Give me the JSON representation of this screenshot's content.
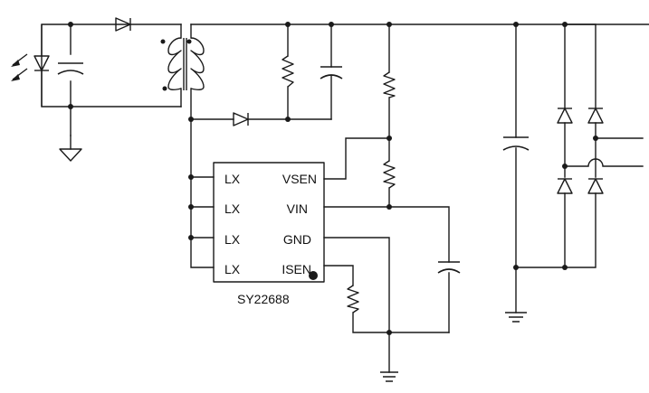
{
  "ic": {
    "part_number": "SY22688",
    "pins_left": [
      "LX",
      "LX",
      "LX",
      "LX"
    ],
    "pins_right": [
      "VSEN",
      "VIN",
      "GND",
      "ISEN"
    ]
  }
}
